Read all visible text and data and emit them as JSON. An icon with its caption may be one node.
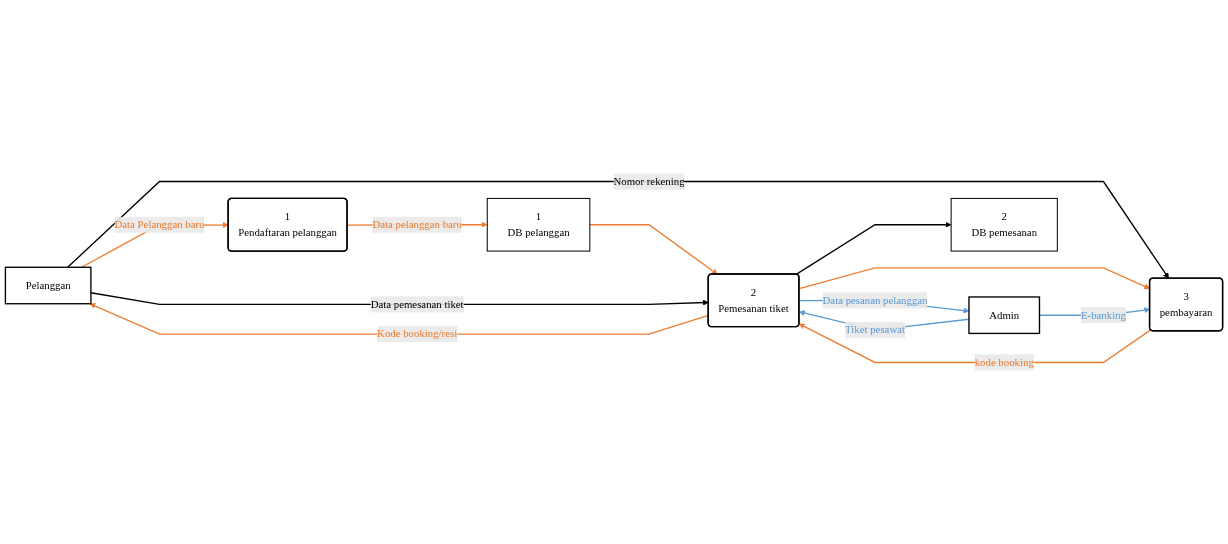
{
  "diagram": {
    "nodes": [
      {
        "text": [
          "Pelanggan"
        ]
      },
      {
        "text": [
          "1",
          "Pendaftaran pelanggan"
        ]
      },
      {
        "text": [
          "1",
          "DB pelanggan"
        ]
      },
      {
        "text": [
          "2",
          "Pemesanan tiket"
        ]
      },
      {
        "text": [
          "3",
          "pembayaran"
        ]
      },
      {
        "text": [
          "Admin"
        ]
      },
      {
        "text": [
          "2",
          "DB pemesanan"
        ]
      }
    ],
    "edges": [
      {
        "from": 0,
        "to": 1,
        "arrow": "to",
        "label": "Data Pelanggan baru"
      },
      {
        "from": 1,
        "to": 2,
        "arrow": "to",
        "label": "Data pelanggan baru"
      },
      {
        "from": 2,
        "to": 3,
        "arrow": "to"
      },
      {
        "from": 0,
        "to": 3,
        "arrow": "to",
        "label": "Data pemesanan tiket",
        "color": "#000000"
      },
      {
        "from": 3,
        "to": 0,
        "arrow": "to",
        "label": "Kode booking/resi"
      },
      {
        "from": 0,
        "to": 4,
        "arrow": "to",
        "label": "Nomor rekening",
        "color": "#000000"
      },
      {
        "from": 3,
        "to": 4,
        "arrow": "to"
      },
      {
        "from": 4,
        "to": 3,
        "arrow": "to",
        "label": "kode booking"
      },
      {
        "from": 5,
        "to": 4,
        "arrow": "to",
        "label": "E-banking",
        "color": "#5b9bd5"
      },
      {
        "from": 5,
        "to": 3,
        "arrow": "to",
        "label": "Tiket pesawat",
        "color": "#5b9bd5"
      },
      {
        "from": 3,
        "to": 5,
        "arrow": "to",
        "label": "Data pesanan pelanggan",
        "color": "#5b9bd5"
      },
      {
        "from": 3,
        "to": 6,
        "arrow": "to",
        "color": "#000000"
      }
    ]
  }
}
